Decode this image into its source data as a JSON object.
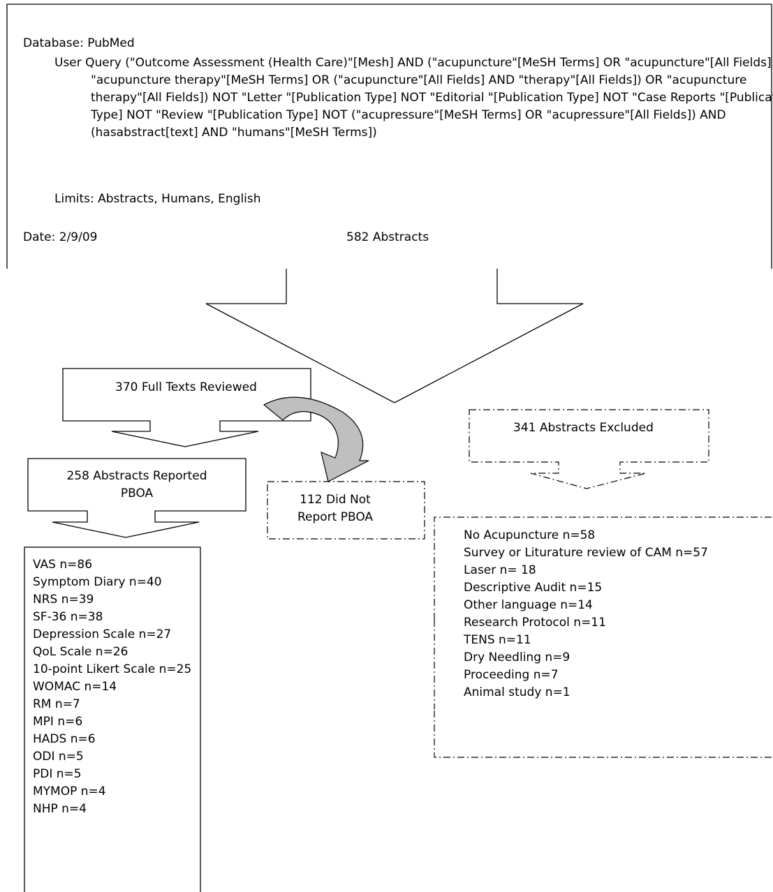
{
  "search_box": {
    "database": "Database: PubMed",
    "query": "User Query (\"Outcome Assessment (Health Care)\"[Mesh] AND (\"acupuncture\"[MeSH Terms] OR \"acupuncture\"[All Fields] OR \"acupuncture therapy\"[MeSH Terms] OR (\"acupuncture\"[All Fields] AND \"therapy\"[All Fields]) OR \"acupuncture therapy\"[All Fields]) NOT \"Letter \"[Publication Type] NOT \"Editorial \"[Publication Type] NOT \"Case Reports \"[Publication Type] NOT \"Review \"[Publication Type] NOT (\"acupressure\"[MeSH Terms] OR \"acupressure\"[All Fields]) AND (hasabstract[text] AND \"humans\"[MeSH Terms])",
    "limits": "Limits: Abstracts, Humans, English",
    "date": "Date: 2/9/09",
    "count": "582 Abstracts"
  },
  "full_texts": "370 Full Texts Reviewed",
  "excluded_abstracts": "341 Abstracts Excluded",
  "reported": "258 Abstracts Reported PBOA",
  "not_reported": "112 Did Not Report PBOA",
  "measures": [
    "VAS n=86",
    "Symptom Diary n=40",
    "NRS n=39",
    "SF-36 n=38",
    "Depression Scale n=27",
    "QoL Scale n=26",
    "10-point Likert Scale n=25",
    "WOMAC n=14",
    "RM n=7",
    "MPI n=6",
    "HADS n=6",
    "ODI n=5",
    "PDI n=5",
    "MYMOP n=4",
    "NHP n=4"
  ],
  "exclusion_reasons": [
    "No Acupuncture n=58",
    "Survey or Liturature review of CAM n=57",
    "Laser n= 18",
    "Descriptive Audit n=15",
    "Other language n=14",
    "Research Protocol n=11",
    "TENS n=11",
    "Dry Needling n=9",
    "Proceeding n=7",
    "Animal study n=1"
  ],
  "colors": {
    "line": "#000000",
    "curved_arrow_fill": "#bfbfbf",
    "background": "#ffffff"
  }
}
